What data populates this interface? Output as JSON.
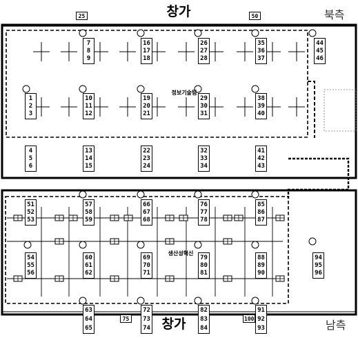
{
  "headings": {
    "window_top": "창가",
    "window_bottom": "창가",
    "side_north": "북측",
    "side_south": "남측"
  },
  "departments": {
    "upper": "정보기술팀",
    "lower": "생산성혁신"
  },
  "reference_numbers": [
    "25",
    "50",
    "75",
    "100"
  ],
  "station_groups": [
    [
      "1",
      "2",
      "3"
    ],
    [
      "4",
      "5",
      "6"
    ],
    [
      "7",
      "8",
      "9"
    ],
    [
      "10",
      "11",
      "12"
    ],
    [
      "13",
      "14",
      "15"
    ],
    [
      "16",
      "17",
      "18"
    ],
    [
      "19",
      "20",
      "21"
    ],
    [
      "22",
      "23",
      "24"
    ],
    [
      "26",
      "27",
      "28"
    ],
    [
      "29",
      "30",
      "31"
    ],
    [
      "32",
      "33",
      "34"
    ],
    [
      "35",
      "36",
      "37"
    ],
    [
      "38",
      "39",
      "40"
    ],
    [
      "41",
      "42",
      "43"
    ],
    [
      "44",
      "45",
      "46"
    ],
    [
      "51",
      "52",
      "53"
    ],
    [
      "54",
      "55",
      "56"
    ],
    [
      "57",
      "58",
      "59"
    ],
    [
      "60",
      "61",
      "62"
    ],
    [
      "63",
      "64",
      "65"
    ],
    [
      "66",
      "67",
      "68"
    ],
    [
      "69",
      "70",
      "71"
    ],
    [
      "72",
      "73",
      "74"
    ],
    [
      "76",
      "77",
      "78"
    ],
    [
      "79",
      "80",
      "81"
    ],
    [
      "82",
      "83",
      "84"
    ],
    [
      "85",
      "86",
      "87"
    ],
    [
      "88",
      "89",
      "90"
    ],
    [
      "91",
      "92",
      "93"
    ],
    [
      "94",
      "95",
      "96"
    ]
  ]
}
